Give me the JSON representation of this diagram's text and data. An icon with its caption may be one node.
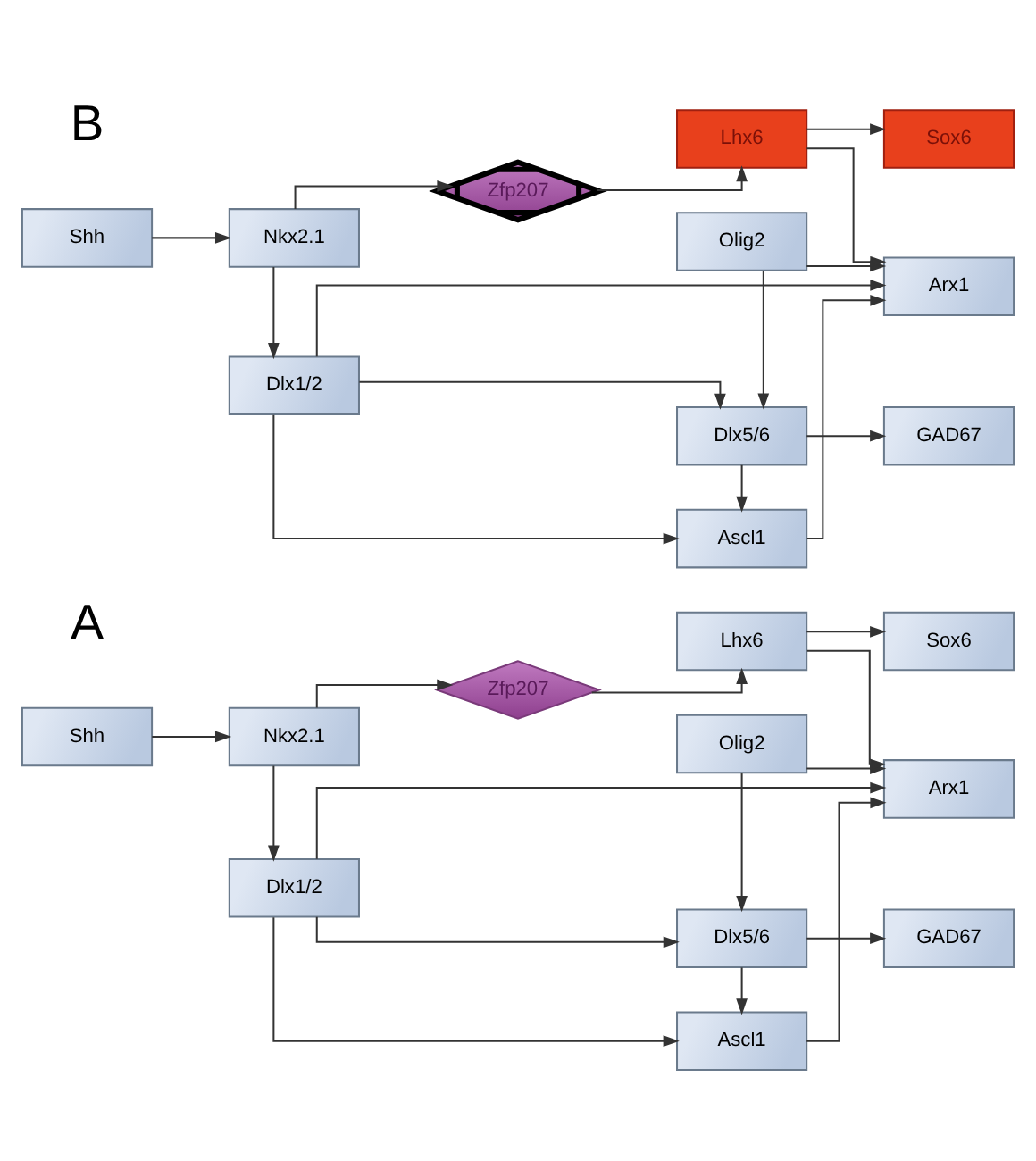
{
  "diagram": {
    "nodes": [
      {
        "text": [
          "Dlx1/2"
        ]
      },
      {
        "text": [
          "Dlx5/6"
        ]
      },
      {
        "text": [
          "GAD67"
        ]
      },
      {
        "text": [
          "Olig2"
        ]
      },
      {
        "text": [
          "Shh"
        ]
      },
      {
        "text": [
          "Ascl1"
        ]
      },
      {
        "text": [
          "Arx1"
        ]
      },
      {
        "text": [
          "Nkx2.1"
        ]
      },
      {
        "text": [
          "Zfp207"
        ]
      },
      {
        "text": [
          "Lhx6"
        ]
      },
      {
        "text": [
          "Sox6"
        ]
      },
      {
        "text": [
          "Dlx1/2"
        ]
      },
      {
        "text": [
          "Dlx5/6"
        ]
      },
      {
        "text": [
          "GAD67"
        ]
      },
      {
        "text": [
          "Olig2"
        ]
      },
      {
        "text": [
          "Shh"
        ]
      },
      {
        "text": [
          "Ascl1"
        ]
      },
      {
        "text": [
          "Arx1"
        ]
      },
      {
        "text": [
          "Nkx2.1"
        ]
      },
      {
        "text": [
          "Zfp207"
        ]
      },
      {
        "text": [
          "Lhx6"
        ]
      },
      {
        "text": [
          "Sox6"
        ]
      }
    ],
    "edges": [
      {
        "from": 4,
        "to": 7,
        "arrow": "to"
      },
      {
        "from": 7,
        "to": 0,
        "arrow": "to"
      },
      {
        "from": 0,
        "to": 1,
        "arrow": "to"
      },
      {
        "from": 3,
        "to": 1,
        "arrow": "to"
      },
      {
        "from": 0,
        "to": 6,
        "arrow": "to"
      },
      {
        "from": 3,
        "to": 6,
        "arrow": "to"
      },
      {
        "from": 1,
        "to": 2,
        "arrow": "to"
      },
      {
        "from": 1,
        "to": 5,
        "arrow": "to"
      },
      {
        "from": 0,
        "to": 5,
        "arrow": "to"
      },
      {
        "from": 5,
        "to": 6,
        "arrow": "to"
      },
      {
        "from": 7,
        "to": 8,
        "arrow": "to"
      },
      {
        "from": 8,
        "to": 9,
        "arrow": "to"
      },
      {
        "from": 9,
        "to": 6,
        "arrow": "to"
      },
      {
        "from": 9,
        "to": 10,
        "arrow": "to"
      },
      {
        "from": 15,
        "to": 18,
        "arrow": "to"
      },
      {
        "from": 18,
        "to": 11,
        "arrow": "to"
      },
      {
        "from": 11,
        "to": 12,
        "arrow": "to"
      },
      {
        "from": 14,
        "to": 12,
        "arrow": "to"
      },
      {
        "from": 11,
        "to": 17,
        "arrow": "to"
      },
      {
        "from": 14,
        "to": 17,
        "arrow": "to"
      },
      {
        "from": 12,
        "to": 13,
        "arrow": "to"
      },
      {
        "from": 12,
        "to": 16,
        "arrow": "to"
      },
      {
        "from": 11,
        "to": 16,
        "arrow": "to"
      },
      {
        "from": 16,
        "to": 17,
        "arrow": "to"
      },
      {
        "from": 18,
        "to": 19,
        "arrow": "to"
      },
      {
        "from": 19,
        "to": 20,
        "arrow": "to"
      },
      {
        "from": 20,
        "to": 17,
        "arrow": "to"
      },
      {
        "from": 20,
        "to": 21,
        "arrow": "to"
      }
    ],
    "labels": [
      "A",
      "B"
    ]
  }
}
